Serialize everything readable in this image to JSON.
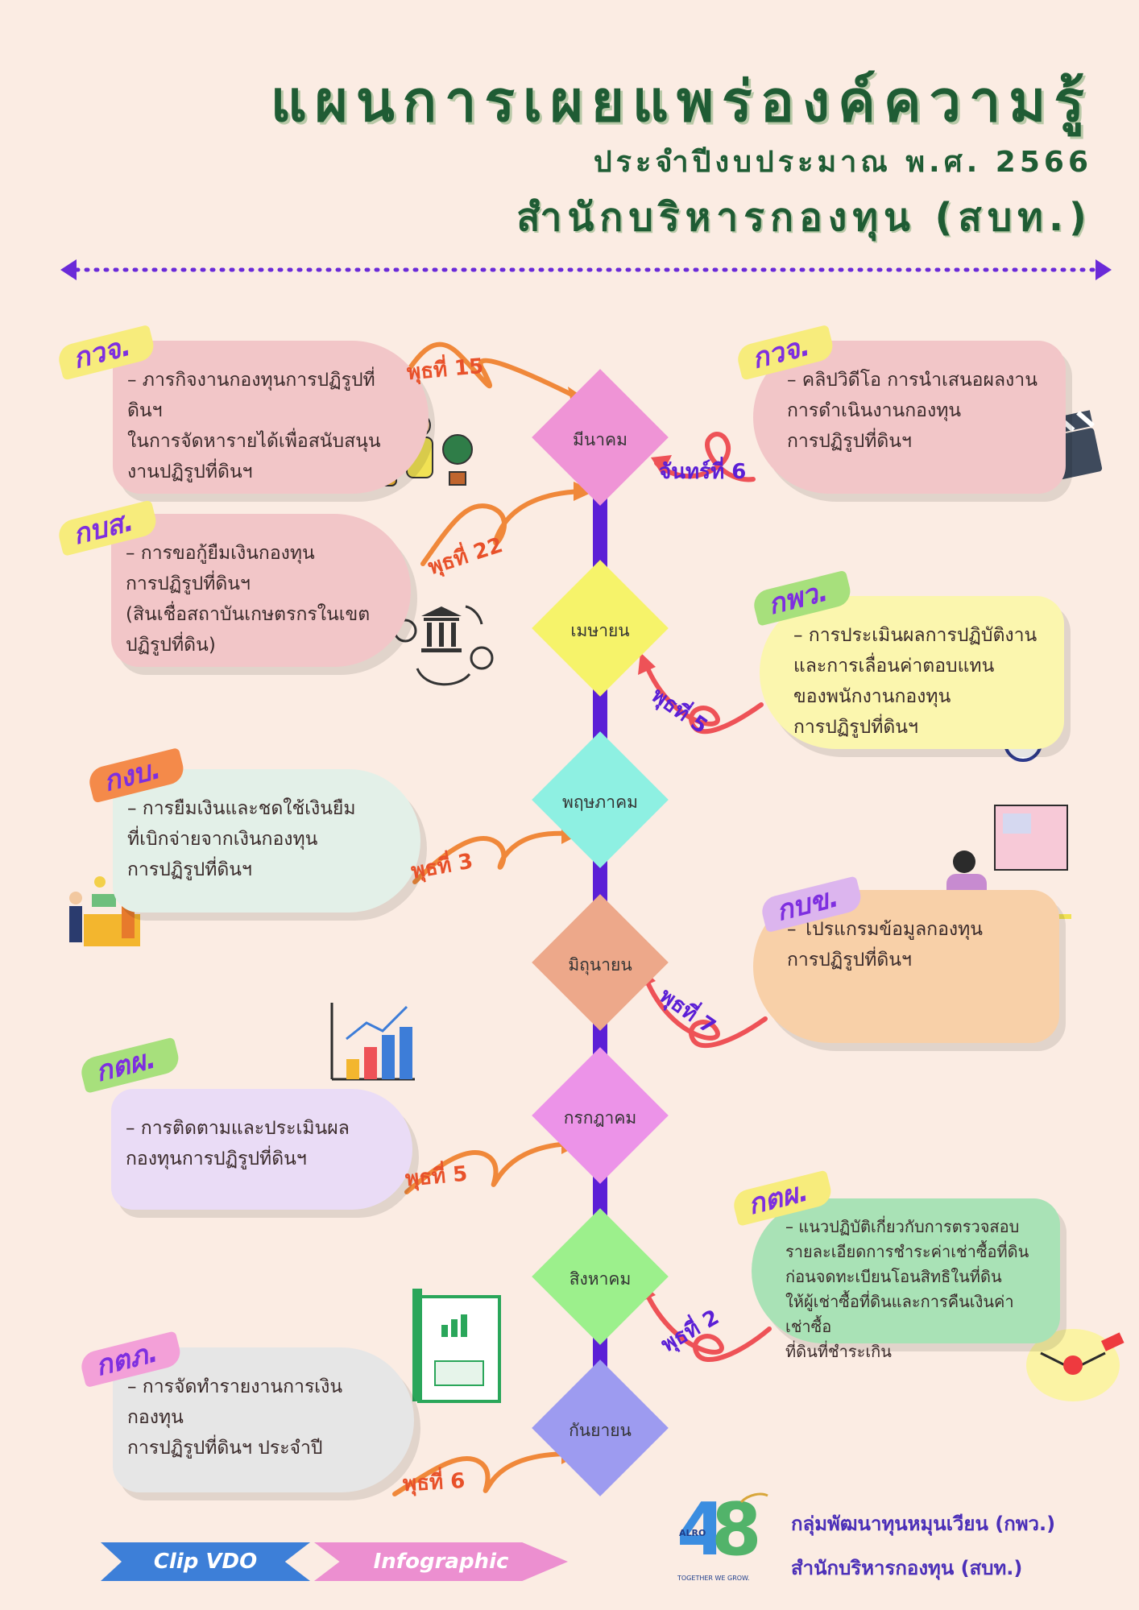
{
  "header": {
    "title": "แผนการเผยแพร่องค์ความรู้",
    "subtitle": "ประจำปีงบประมาณ พ.ศ. 2566",
    "office": "สำนักบริหารกองทุน (สบท.)"
  },
  "months": [
    "มีนาคม",
    "เมษายน",
    "พฤษภาคม",
    "มิถุนายน",
    "กรกฎาคม",
    "สิงหาคม",
    "กันยายน"
  ],
  "events": [
    {
      "tag": "กวจ.",
      "text": "– ภารกิจงานกองทุนการปฏิรูปที่ดินฯ\n  ในการจัดหารายได้เพื่อสนับสนุน\n  งานปฏิรูปที่ดินฯ",
      "day": "พุธที่ 15"
    },
    {
      "tag": "กวจ.",
      "text": "– คลิปวิดีโอ การนำเสนอผลงาน\n  การดำเนินงานกองทุน\n  การปฏิรูปที่ดินฯ",
      "day": "จันทร์ที่ 6"
    },
    {
      "tag": "กบส.",
      "text": "– การขอกู้ยืมเงินกองทุน\n  การปฏิรูปที่ดินฯ\n  (สินเชื่อสถาบันเกษตรกรในเขต\n  ปฏิรูปที่ดิน)",
      "day": "พุธที่ 22"
    },
    {
      "tag": "กพว.",
      "text": "– การประเมินผลการปฏิบัติงาน\n  และการเลื่อนค่าตอบแทน\n  ของพนักงานกองทุน\n  การปฏิรูปที่ดินฯ",
      "day": "พุธที่ 5"
    },
    {
      "tag": "กงบ.",
      "text": "– การยืมเงินและชดใช้เงินยืม\n  ที่เบิกจ่ายจากเงินกองทุน\n  การปฏิรูปที่ดินฯ",
      "day": "พุธที่ 3"
    },
    {
      "tag": "กบข.",
      "text": "– โปรแกรมข้อมูลกองทุน\n  การปฏิรูปที่ดินฯ",
      "day": "พุธที่ 7"
    },
    {
      "tag": "กตผ.",
      "text": "– การติดตามและประเมินผล\n  กองทุนการปฏิรูปที่ดินฯ",
      "day": "พุธที่ 5"
    },
    {
      "tag": "กตผ.",
      "text": "– แนวปฏิบัติเกี่ยวกับการตรวจสอบ\n  รายละเอียดการชำระค่าเช่าซื้อที่ดิน\n  ก่อนจดทะเบียนโอนสิทธิในที่ดิน\n  ให้ผู้เช่าซื้อที่ดินและการคืนเงินค่าเช่าซื้อ\n  ที่ดินที่ชำระเกิน",
      "day": "พุธที่ 2"
    },
    {
      "tag": "กตภ.",
      "text": "– การจัดทำรายงานการเงินกองทุน\n  การปฏิรูปที่ดินฯ ประจำปี",
      "day": "พุธที่ 6"
    }
  ],
  "legend": {
    "clip": "Clip VDO",
    "info": "Infographic"
  },
  "footer": {
    "group": "กลุ่มพัฒนาทุนหมุนเวียน (กพว.)",
    "office": "สำนักบริหารกองทุน (สบท.)",
    "logo_text": "ALRO",
    "logo_slogan": "TOGETHER WE GROW."
  },
  "colors": {
    "title_green": "#1f5c34",
    "timeline_purple": "#5b1fd6",
    "arrow_orange": "#f0883a",
    "arrow_red": "#ee5257",
    "pink_card": "#f2c6c8",
    "yellow_card": "#fbf6ae",
    "mint_card": "#e3f0e8",
    "peach_card": "#f8d0a8",
    "lavender_card": "#eadcf6",
    "green_card": "#a9e2b6",
    "gray_card": "#e6e6e6"
  },
  "icons": [
    "money-person-icon",
    "clapperboard-icon",
    "bank-exchange-icon",
    "bitcoin-growth-icon",
    "team-money-icon",
    "computer-user-icon",
    "bar-chart-icon",
    "report-document-icon",
    "handshake-icon"
  ]
}
